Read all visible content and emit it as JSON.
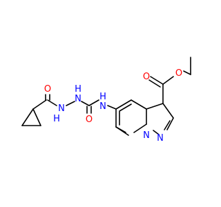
{
  "colors": {
    "background": "#ffffff",
    "bond": "#000000",
    "oxygen": "#ff0000",
    "nitrogen": "#0000ff"
  },
  "atoms": {
    "o_ester_carbonyl": "O",
    "o_ester_ether": "O",
    "o_amide": "O",
    "o_urea": "O",
    "n_amide": "N",
    "h_amide": "H",
    "n_hydrazine": "N",
    "h_hydrazine": "H",
    "n_urea": "N",
    "h_urea": "H",
    "n_bridge": "N",
    "n_pyrazole": "N"
  }
}
